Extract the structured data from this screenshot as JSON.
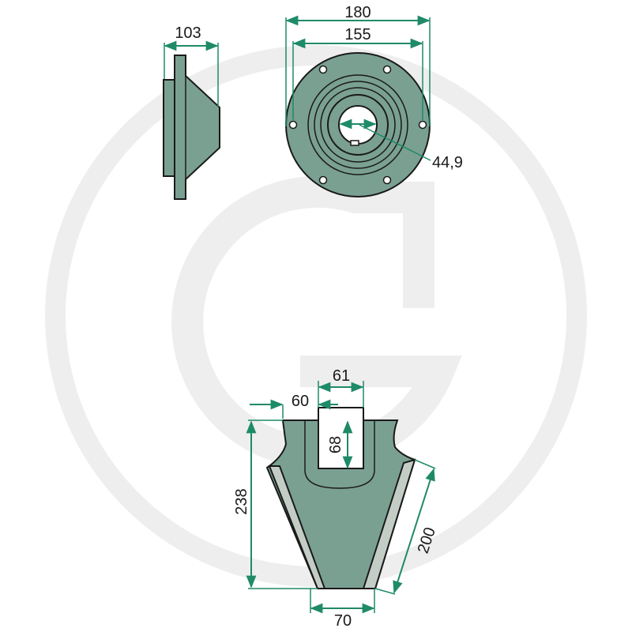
{
  "watermark": {
    "icon": "g-logo-watermark",
    "color": "#eeeeee"
  },
  "colors": {
    "part_fill": "#7aa092",
    "part_light": "#c3cdc6",
    "outline": "#1a1a1a",
    "dimension": "#1f8a68"
  },
  "dimensions": {
    "side_width": "103",
    "outer_diameter": "180",
    "bolt_circle": "155",
    "bore": "44,9",
    "slot_width": "61",
    "notch": "60",
    "slot_depth": "68",
    "height": "238",
    "edge_length": "200",
    "tip_width": "70"
  }
}
